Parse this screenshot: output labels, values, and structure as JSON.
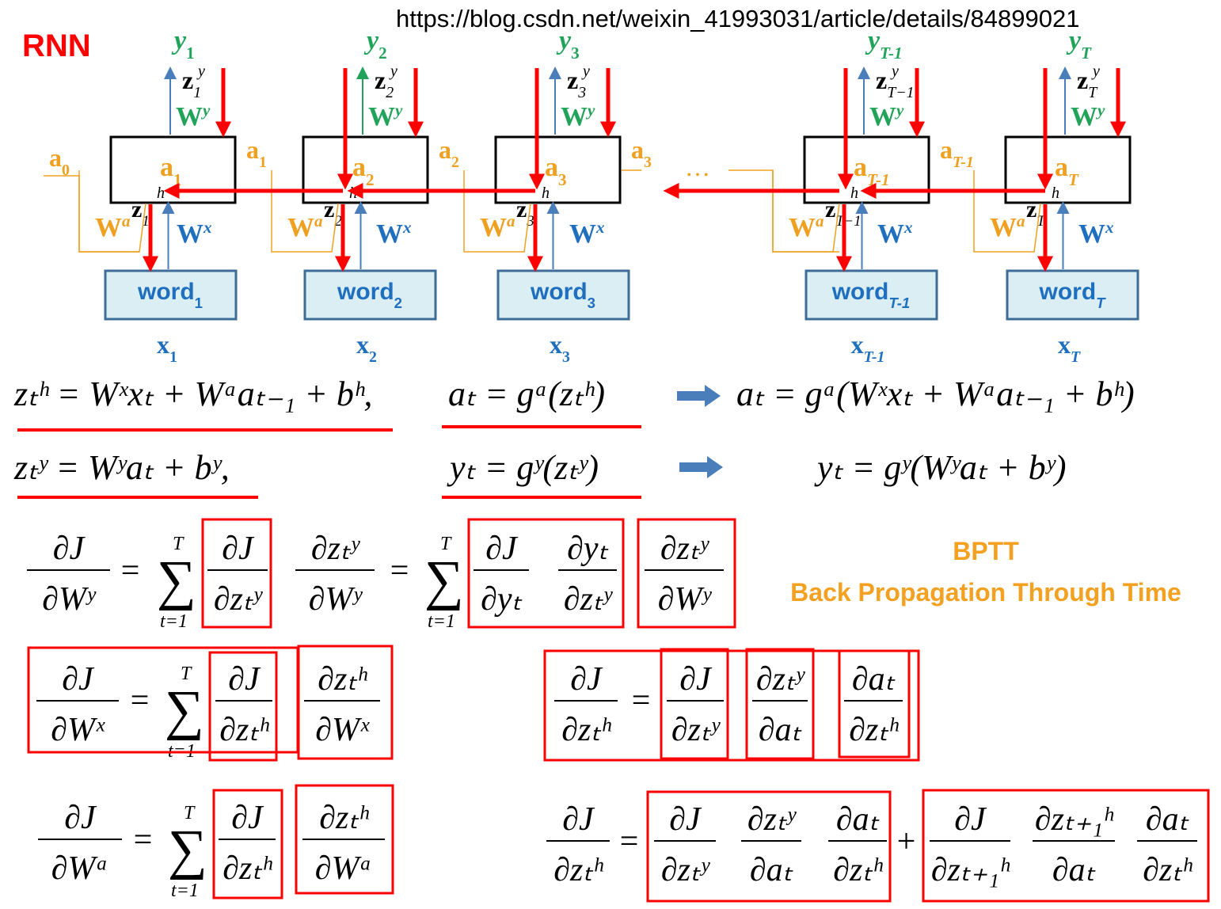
{
  "header": {
    "url": "https://blog.csdn.net/weixin_41993031/article/details/84899021",
    "title": "RNN"
  },
  "diagram": {
    "cells": [
      {
        "word_base": "word",
        "word_sub": "1",
        "x_base": "x",
        "x_sub": "1",
        "y_base": "y",
        "y_sub": "1",
        "a_base": "a",
        "a_sub": "1",
        "a_out_base": "a",
        "a_out_sub": "1",
        "zy_sub": "1",
        "zh_sub": "1"
      },
      {
        "word_base": "word",
        "word_sub": "2",
        "x_base": "x",
        "x_sub": "2",
        "y_base": "y",
        "y_sub": "2",
        "a_base": "a",
        "a_sub": "2",
        "a_out_base": "a",
        "a_out_sub": "2",
        "zy_sub": "2",
        "zh_sub": "2"
      },
      {
        "word_base": "word",
        "word_sub": "3",
        "x_base": "x",
        "x_sub": "3",
        "y_base": "y",
        "y_sub": "3",
        "a_base": "a",
        "a_sub": "3",
        "a_out_base": "a",
        "a_out_sub": "3",
        "zy_sub": "3",
        "zh_sub": "3"
      },
      {
        "word_base": "word",
        "word_sub": "T-1",
        "x_base": "x",
        "x_sub": "T-1",
        "y_base": "y",
        "y_sub": "T-1",
        "a_base": "a",
        "a_sub": "T-1",
        "a_out_base": "a",
        "a_out_sub": "T-1",
        "zy_sub": "T−1",
        "zh_sub": "T−1"
      },
      {
        "word_base": "word",
        "word_sub": "T",
        "x_base": "x",
        "x_sub": "T",
        "y_base": "y",
        "y_sub": "T",
        "a_base": "a",
        "a_sub": "T",
        "a_out_base": "",
        "a_out_sub": "",
        "zy_sub": "T",
        "zh_sub": "T"
      }
    ],
    "a0_base": "a",
    "a0_sub": "0",
    "ellipsis": "…",
    "wy_label": "W",
    "wy_sup": "y",
    "wx_label": "W",
    "wx_sup": "x",
    "wa_label": "W",
    "wa_sup": "a",
    "z_label": "z",
    "zy_sup": "y",
    "zh_sup": "h",
    "colors": {
      "cell_border": "#000000",
      "word_fill": "#dbeef4",
      "word_border": "#3d6d97",
      "word_text": "#1f6fbf",
      "x_color": "#1f6fbf",
      "y_color": "#21a35a",
      "a_color": "#f0a020",
      "wa_color": "#f0a020",
      "wy_color": "#21a35a",
      "wx_color": "#1f6fbf",
      "forward_arrow": "#4a7ebb",
      "backprop_arrow": "#ff0000",
      "highlight_box": "#ff0000",
      "implication_arrow": "#4a7ebb"
    }
  },
  "equations": {
    "zh_def": "zₜʰ = Wˣxₜ + Wᵃaₜ₋₁ + bʰ,",
    "at_def": "aₜ = gᵃ(zₜʰ)",
    "at_expanded": "aₜ = gᵃ(Wˣxₜ + Wᵃaₜ₋₁ + bʰ)",
    "zy_def": "zₜʸ = Wʸaₜ + bʸ,",
    "yt_def": "yₜ = gʸ(zₜʸ)",
    "yt_expanded": "yₜ = gʸ(Wʸaₜ + bʸ)",
    "sum_symbol": "∑",
    "sum_lower": "t=1",
    "sum_upper": "T"
  },
  "bptt": {
    "line1": "BPTT",
    "line2": "Back Propagation Through Time"
  }
}
